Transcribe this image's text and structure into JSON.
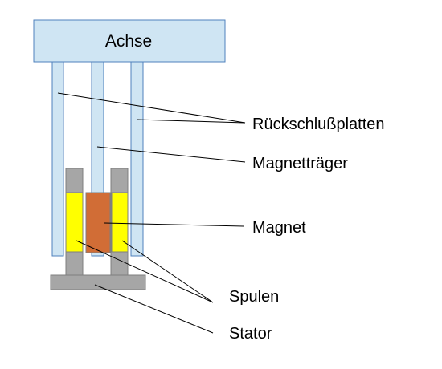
{
  "labels": {
    "axle": "Achse",
    "back_plates": "Rückschlußplatten",
    "magnet_carrier": "Magnetträger",
    "magnet": "Magnet",
    "coils": "Spulen",
    "stator": "Stator"
  },
  "colors": {
    "light_blue_fill": "#cfe5f3",
    "blue_outline": "#4f81bd",
    "gray_fill": "#a6a6a6",
    "gray_outline": "#7f7f7f",
    "coil_yellow": "#ffff00",
    "magnet_orange": "#d16d36",
    "line": "#000000"
  }
}
